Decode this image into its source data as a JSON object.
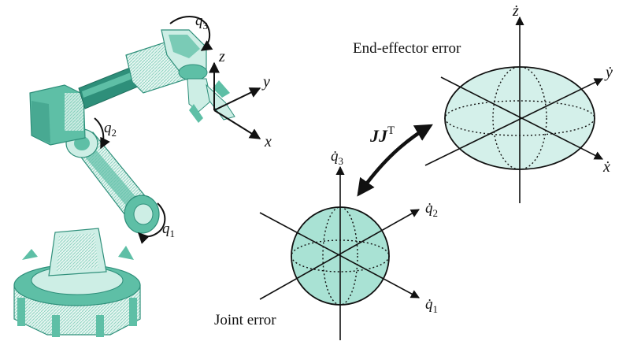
{
  "colors": {
    "robot_fill": "#5ebfa6",
    "robot_dark": "#2e8f7a",
    "robot_light": "#cdeee5",
    "ellipsoid_fill": "#d4f0ea",
    "sphere_fill": "#a9e2d4",
    "ink": "#111111"
  },
  "robot": {
    "q1": "q",
    "q1_sub": "1",
    "q2": "q",
    "q2_sub": "2",
    "q3": "q",
    "q3_sub": "3",
    "frame_x": "x",
    "frame_y": "y",
    "frame_z": "z"
  },
  "end_effector": {
    "title": "End-effector error",
    "axis_z": "ż",
    "axis_y": "ẏ",
    "axis_x": "ẋ"
  },
  "joint": {
    "title": "Joint error",
    "axis_q1": "q̇",
    "axis_q1_sub": "1",
    "axis_q2": "q̇",
    "axis_q2_sub": "2",
    "axis_q3": "q̇",
    "axis_q3_sub": "3"
  },
  "mapping": {
    "label": "JJ",
    "superscript": "T"
  }
}
